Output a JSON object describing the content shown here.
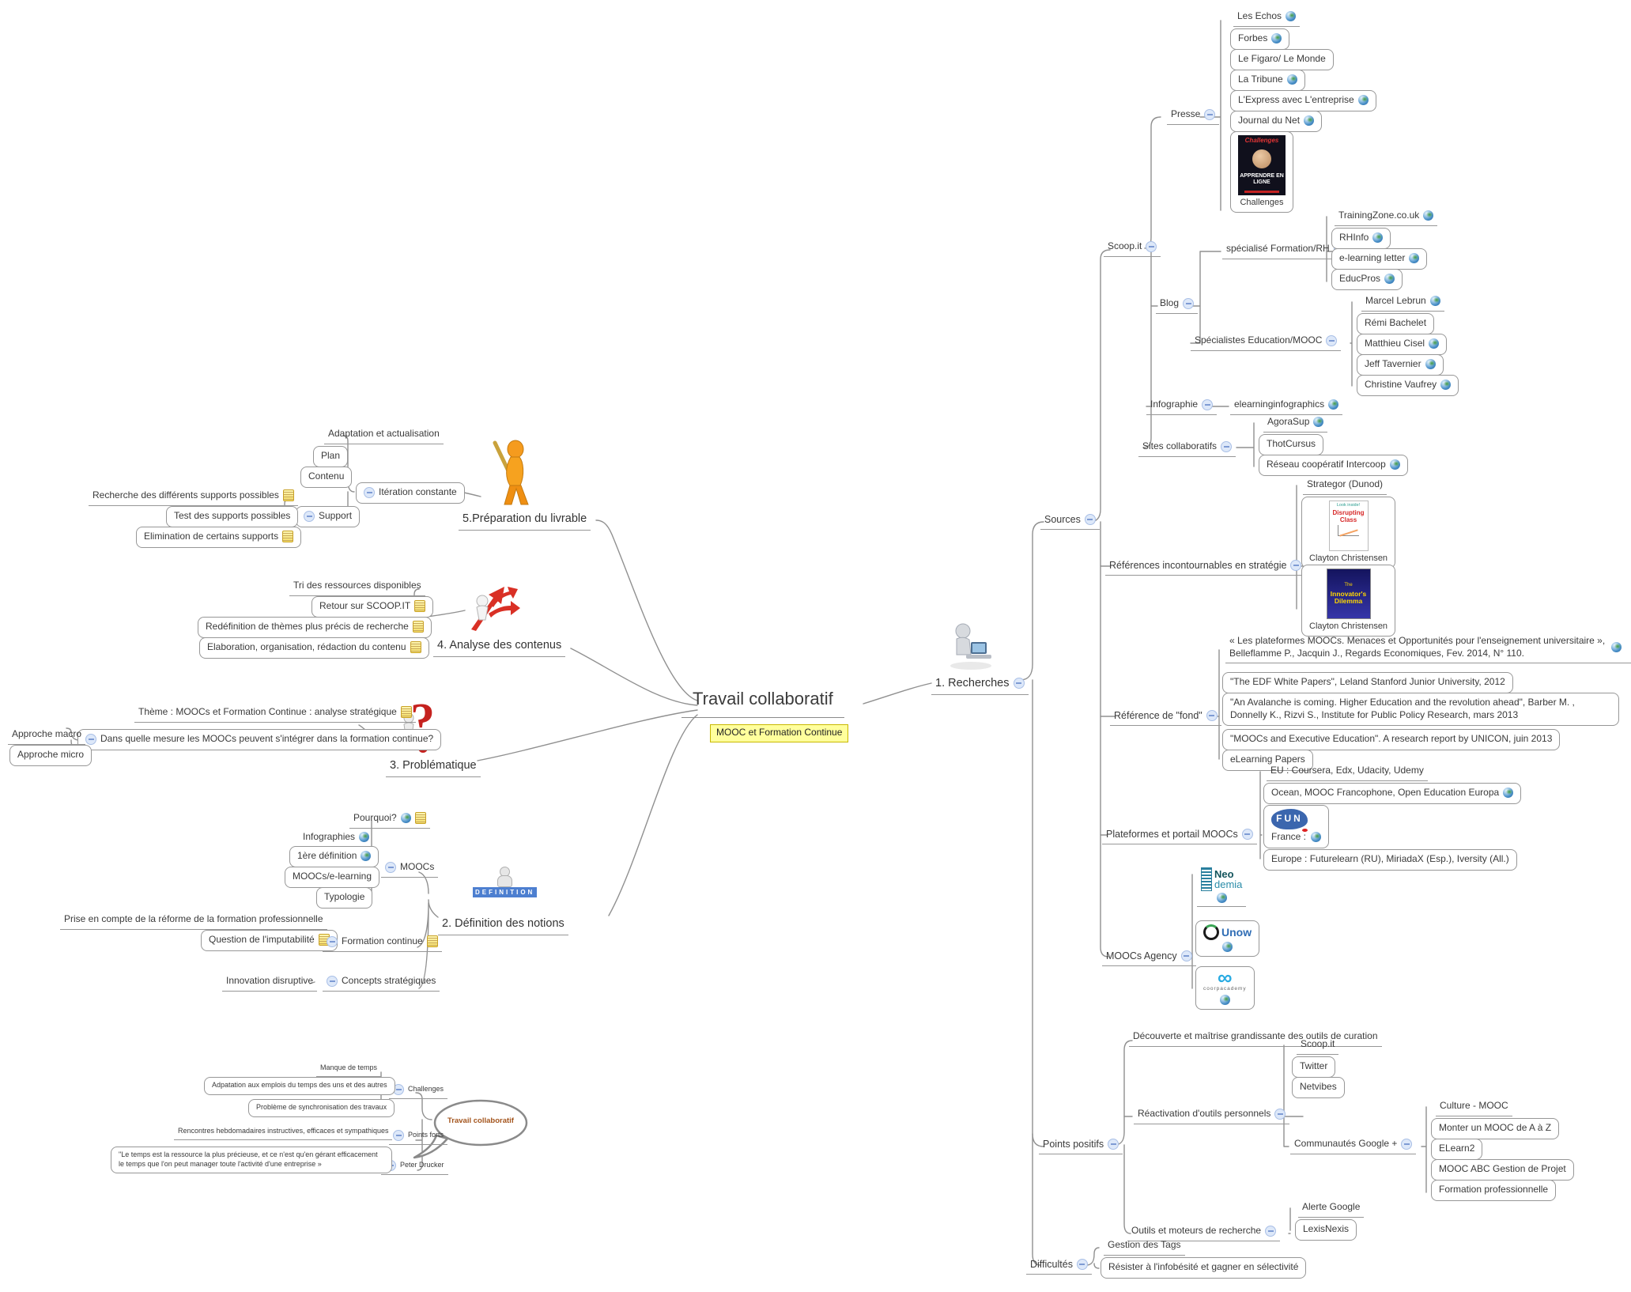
{
  "center": {
    "title": "Travail collaboratif",
    "tag": "MOOC et Formation Continue"
  },
  "right": {
    "recherches": "1. Recherches",
    "sources": {
      "label": "Sources",
      "scoopit": {
        "label": "Scoop.it",
        "presse": {
          "label": "Presse",
          "items": [
            "Les Echos",
            "Forbes",
            "Le Figaro/ Le Monde",
            "La Tribune",
            "L'Express avec L'entreprise",
            "Journal du Net",
            "Challenges"
          ]
        },
        "blog": {
          "label": "Blog",
          "formation_rh": {
            "label": "spécialisé Formation/RH",
            "items": [
              "TrainingZone.co.uk",
              "RHInfo",
              "e-learning letter",
              "EducPros"
            ]
          },
          "specialistes": {
            "label": "Spécialistes Education/MOOC",
            "items": [
              "Marcel Lebrun",
              "Rémi Bachelet",
              "Matthieu Cisel",
              "Jeff Tavernier",
              "Christine Vaufrey"
            ]
          }
        },
        "infographie": {
          "label": "Infographie",
          "item": "elearninginfographics"
        },
        "sites": {
          "label": "Sites collaboratifs",
          "items": [
            "AgoraSup",
            "ThotCursus",
            "Réseau coopératif Intercoop"
          ]
        }
      },
      "references_strategie": {
        "label": "Références incontournables en stratégie",
        "items": [
          "Strategor (Dunod)",
          "Clayton Christensen",
          "Clayton Christensen"
        ]
      },
      "reference_fond": {
        "label": "Référence de \"fond\"",
        "items": [
          "« Les plateformes MOOCs. Menaces et Opportunités pour l'enseignement universitaire », Belleflamme P., Jacquin J., Regards Economiques, Fev. 2014, N° 110.",
          "\"The EDF White Papers\", Leland Stanford Junior University, 2012",
          "\"An Avalanche is coming. Higher Education and the revolution ahead\", Barber M. , Donnelly K., Rizvi S., Institute for Public Policy Research, mars 2013",
          "\"MOOCs and Executive Education\". A research report by UNICON, juin 2013",
          "eLearning Papers"
        ]
      },
      "plateformes": {
        "label": "Plateformes et portail MOOCs",
        "items": [
          "EU : Coursera, Edx, Udacity, Udemy",
          "Ocean, MOOC Francophone, Open Education Europa",
          "France :",
          "Europe : Futurelearn (RU), MiriadaX (Esp.), Iversity (All.)"
        ]
      },
      "agency": {
        "label": "MOOCs Agency"
      }
    },
    "points_positifs": {
      "label": "Points positifs",
      "decouverte": "Découverte et maîtrise grandissante des outils de curation",
      "reactivation": {
        "label": "Réactivation d'outils personnels",
        "items": [
          "Scoop.it",
          "Twitter",
          "Netvibes"
        ],
        "communautes": {
          "label": "Communautés Google +",
          "items": [
            "Culture - MOOC",
            "Monter un MOOC de A à Z",
            "ELearn2",
            "MOOC ABC Gestion de Projet",
            "Formation professionnelle"
          ]
        }
      },
      "outils": {
        "label": "Outils et moteurs de recherche",
        "items": [
          "Alerte Google",
          "LexisNexis"
        ]
      }
    },
    "difficultes": {
      "label": "Difficultés",
      "items": [
        "Gestion des Tags",
        "Résister à l'infobésité et gagner en sélectivité"
      ]
    }
  },
  "left": {
    "preparation": {
      "label": "5.Préparation du livrable",
      "iteration": {
        "label": "Itération constante",
        "items": [
          "Adaptation et actualisation",
          "Plan",
          "Contenu",
          "Support"
        ],
        "support_children": [
          "Recherche des différents supports possibles",
          "Test des supports possibles",
          "Elimination de certains supports"
        ]
      }
    },
    "analyse": {
      "label": "4. Analyse des contenus",
      "items": [
        "Tri des ressources disponibles",
        "Retour sur SCOOP.IT",
        "Redéfinition de thèmes plus précis de recherche",
        "Elaboration, organisation, rédaction du contenu"
      ]
    },
    "problematique": {
      "label": "3. Problématique",
      "theme": "Thème : MOOCs et Formation Continue : analyse stratégique",
      "question": "Dans quelle mesure les MOOCs peuvent s'intégrer dans la formation continue?",
      "approches": [
        "Approche macro",
        "Approche micro"
      ]
    },
    "definition": {
      "label": "2. Définition des notions",
      "moocs": {
        "label": "MOOCs",
        "items": [
          "Pourquoi?",
          "Infographies",
          "1ère définition",
          "MOOCs/e-learning",
          "Typologie"
        ]
      },
      "formation": {
        "label": "Formation continue",
        "items": [
          "Prise en compte de la réforme de la formation professionnelle",
          "Question de l'imputabilité"
        ]
      },
      "concepts": {
        "label": "Concepts stratégiques",
        "item": "Innovation disruptive"
      }
    }
  },
  "bulle": {
    "label": "Travail collaboratif",
    "challenges": {
      "label": "Challenges",
      "items": [
        "Manque de temps",
        "Adpatation aux emplois du temps des uns et des autres",
        "Problème de synchronisation des travaux"
      ]
    },
    "points_forts": {
      "label": "Points forts",
      "item": "Rencontres hebdomadaires instructives, efficaces et sympathiques"
    },
    "drucker": {
      "label": "Peter Drucker",
      "quote": "\"Le temps est la ressource la plus précieuse, et ce n'est qu'en gérant efficacement le temps que l'on peut manager toute l'activité d'une entreprise »"
    }
  },
  "covers": {
    "challenges_masthead": "Challenges",
    "challenges_text": "APPRENDRE EN LIGNE",
    "disrupting_top": "Look inside!",
    "disrupting_title": "Disrupting Class",
    "innovators_pre": "The",
    "innovators_title": "Innovator's Dilemma",
    "fun": "FUN",
    "definition_icon": "DEFINITION",
    "neodemia_top": "Neo",
    "neodemia_bottom": "demia",
    "unow": "Unow",
    "coorp_symbol": "∞",
    "coorp": "coorpacademy"
  }
}
